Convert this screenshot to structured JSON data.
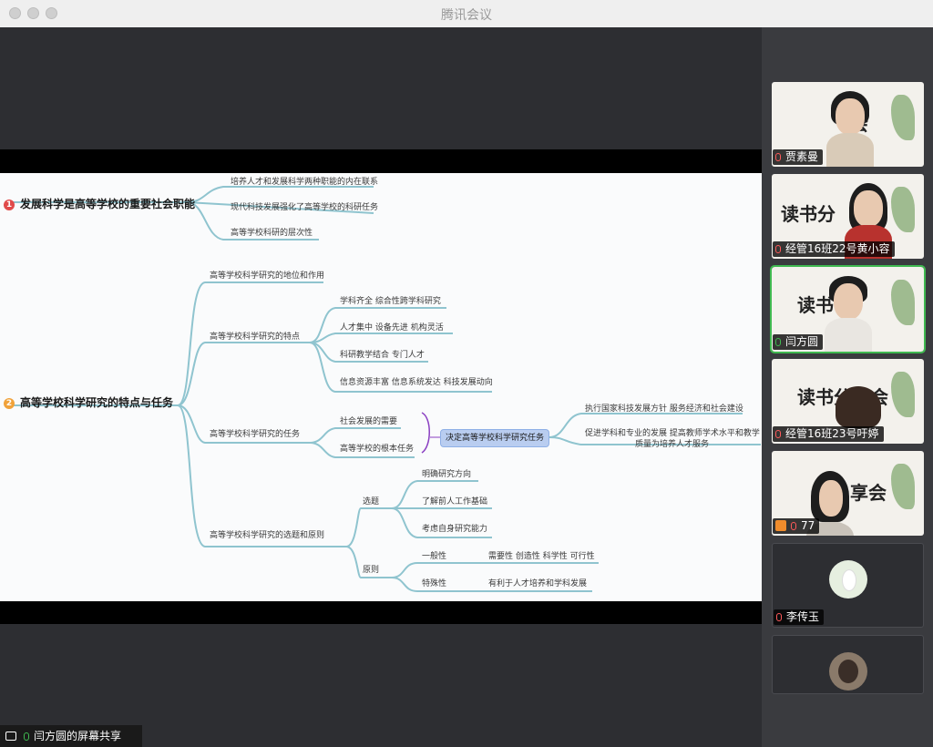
{
  "window": {
    "title": "腾讯会议"
  },
  "share_label": "闫方圆的屏幕共享",
  "mindmap": {
    "topic1": {
      "num": "1",
      "title": "发展科学是高等学校的重要社会职能",
      "items": [
        "培养人才和发展科学两种职能的内在联系",
        "现代科技发展强化了高等学校的科研任务",
        "高等学校科研的层次性"
      ]
    },
    "topic2": {
      "num": "2",
      "title": "高等学校科学研究的特点与任务",
      "branch1": "高等学校科学研究的地位和作用",
      "branch2": {
        "label": "高等学校科学研究的特点",
        "items": [
          "学科齐全 综合性跨学科研究",
          "人才集中 设备先进 机构灵活",
          "科研教学结合 专门人才",
          "信息资源丰富 信息系统发达 科技发展动向"
        ]
      },
      "branch3": {
        "label": "高等学校科学研究的任务",
        "items": [
          "社会发展的需要",
          "高等学校的根本任务"
        ],
        "highlight": "决定高等学校科学研究任务",
        "results": [
          "执行国家科技发展方针 服务经济和社会建设",
          "促进学科和专业的发展 提高教师学术水平和教学",
          "质量为培养人才服务"
        ]
      },
      "branch4": {
        "label": "高等学校科学研究的选题和原则",
        "xuanti": {
          "label": "选题",
          "items": [
            "明确研究方向",
            "了解前人工作基础",
            "考虑自身研究能力"
          ]
        },
        "yuanze": {
          "label": "原则",
          "general": "一般性",
          "general_desc": "需要性 创造性 科学性 可行性",
          "special": "特殊性",
          "special_desc": "有利于人才培养和学科发展"
        }
      }
    },
    "colors": {
      "branch": "#8fc4cf",
      "num_red": "#e04b4b",
      "num_orange": "#f0a23a",
      "bracket": "#8a3fc2"
    }
  },
  "participants": [
    {
      "name": "贾素曼",
      "mic": "muted",
      "bg_text": "会"
    },
    {
      "name": "经管16班22号黄小容",
      "mic": "muted",
      "bg_text": "读书分"
    },
    {
      "name": "闫方圆",
      "mic": "active",
      "bg_text": "读书"
    },
    {
      "name": "经管16班23号吁婷",
      "mic": "muted",
      "bg_text": "读书分享会"
    },
    {
      "name": "77",
      "mic": "muted",
      "bg_text": "享会"
    },
    {
      "name": "李传玉",
      "mic": "muted"
    },
    {
      "name": ""
    }
  ]
}
